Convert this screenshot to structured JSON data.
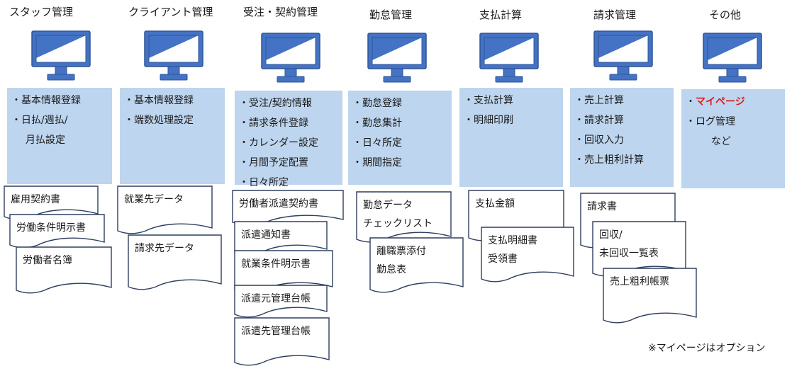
{
  "columns": [
    {
      "title": "スタッフ管理",
      "features": [
        {
          "label": "基本情報登録"
        },
        {
          "label": "日払/週払/",
          "cont": "月払設定"
        }
      ],
      "documents": [
        "雇用契約書",
        "労働条件明示書",
        "労働者名簿"
      ]
    },
    {
      "title": "クライアント管理",
      "features": [
        {
          "label": "基本情報登録"
        },
        {
          "label": "端数処理設定"
        }
      ],
      "documents": [
        "就業先データ",
        "請求先データ"
      ]
    },
    {
      "title": "受注・契約管理",
      "features": [
        {
          "label": "受注/契約情報"
        },
        {
          "label": "請求条件登録"
        },
        {
          "label": "カレンダー設定"
        },
        {
          "label": "月間予定配置"
        },
        {
          "label": "日々所定"
        }
      ],
      "documents": [
        "労働者派遣契約書",
        "派遣通知書",
        "就業条件明示書",
        "派遣元管理台帳",
        "派遣先管理台帳"
      ]
    },
    {
      "title": "勤怠管理",
      "features": [
        {
          "label": "勤怠登録"
        },
        {
          "label": "勤怠集計"
        },
        {
          "label": "日々所定"
        },
        {
          "label": "期間指定"
        }
      ],
      "documents": [
        "勤怠データ\nチェックリスト",
        "離職票添付\n勤怠表"
      ]
    },
    {
      "title": "支払計算",
      "features": [
        {
          "label": "支払計算"
        },
        {
          "label": "明細印刷"
        }
      ],
      "documents": [
        "支払金額",
        "支払明細書\n受領書"
      ]
    },
    {
      "title": "請求管理",
      "features": [
        {
          "label": "売上計算"
        },
        {
          "label": "請求計算"
        },
        {
          "label": "回収入力"
        },
        {
          "label": "売上粗利計算"
        }
      ],
      "documents": [
        "請求書",
        "回収/\n未回収一覧表",
        "売上粗利帳票"
      ]
    },
    {
      "title": "その他",
      "features": [
        {
          "label": "マイページ",
          "highlight": true
        },
        {
          "label": "ログ管理",
          "cont": "など"
        }
      ],
      "documents": []
    }
  ],
  "bullet": "・",
  "footnote": "※マイページはオプション",
  "colors": {
    "box": "#bdd5ee",
    "monitor": "#4472c4",
    "monitor_edge": "#2f5597",
    "highlight": "#e01b1b"
  }
}
